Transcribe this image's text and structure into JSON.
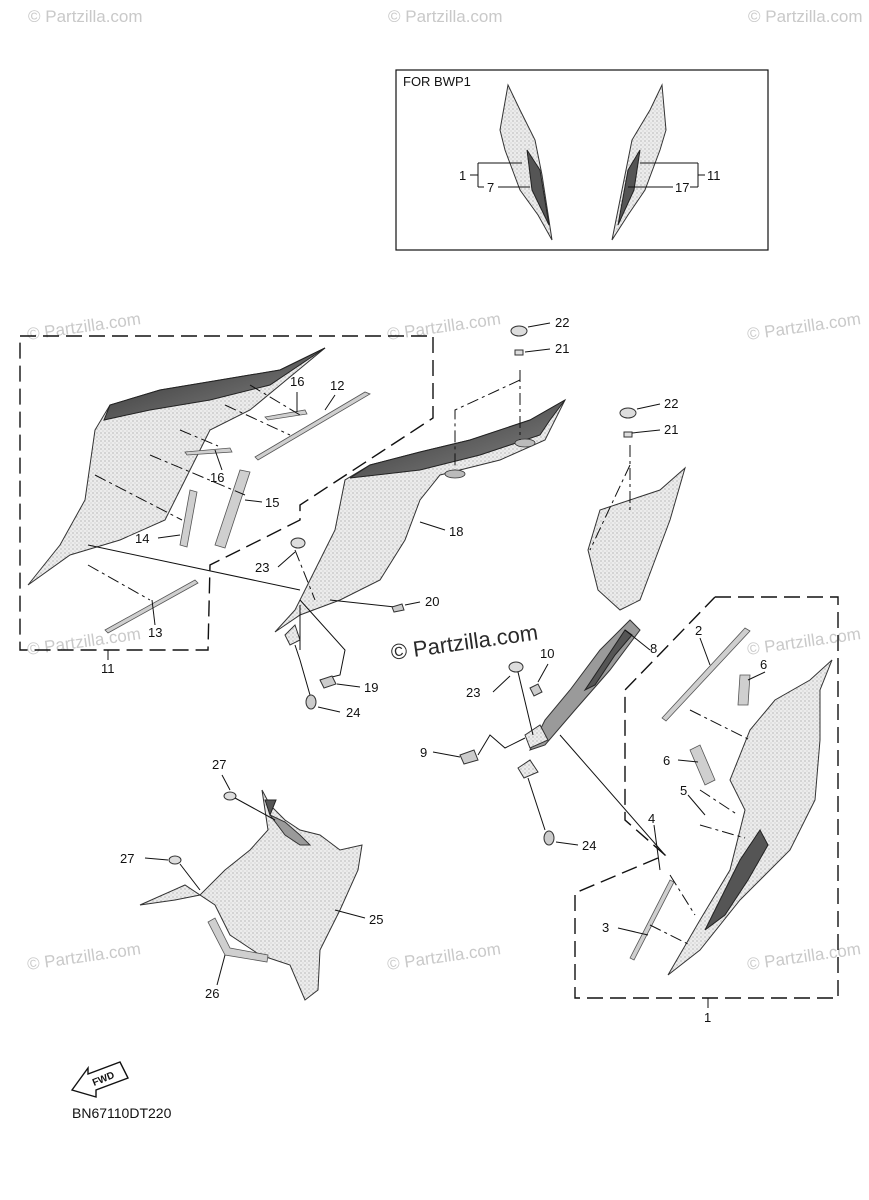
{
  "watermark": "© Partzilla.com",
  "center_watermark": "© Partzilla.com",
  "inset": {
    "title": "FOR BWP1",
    "labels": [
      "1",
      "7",
      "17",
      "11"
    ]
  },
  "callouts": {
    "n1": "1",
    "n2": "2",
    "n3": "3",
    "n4": "4",
    "n5": "5",
    "n6a": "6",
    "n6b": "6",
    "n8": "8",
    "n9": "9",
    "n10": "10",
    "n11": "11",
    "n12": "12",
    "n13": "13",
    "n14": "14",
    "n15": "15",
    "n16a": "16",
    "n16b": "16",
    "n18": "18",
    "n19": "19",
    "n20": "20",
    "n21a": "21",
    "n21b": "21",
    "n22a": "22",
    "n22b": "22",
    "n23a": "23",
    "n23b": "23",
    "n24a": "24",
    "n24b": "24",
    "n25": "25",
    "n26": "26",
    "n27a": "27",
    "n27b": "27"
  },
  "fwd_label": "FWD",
  "diagram_code": "BN67110DT220"
}
